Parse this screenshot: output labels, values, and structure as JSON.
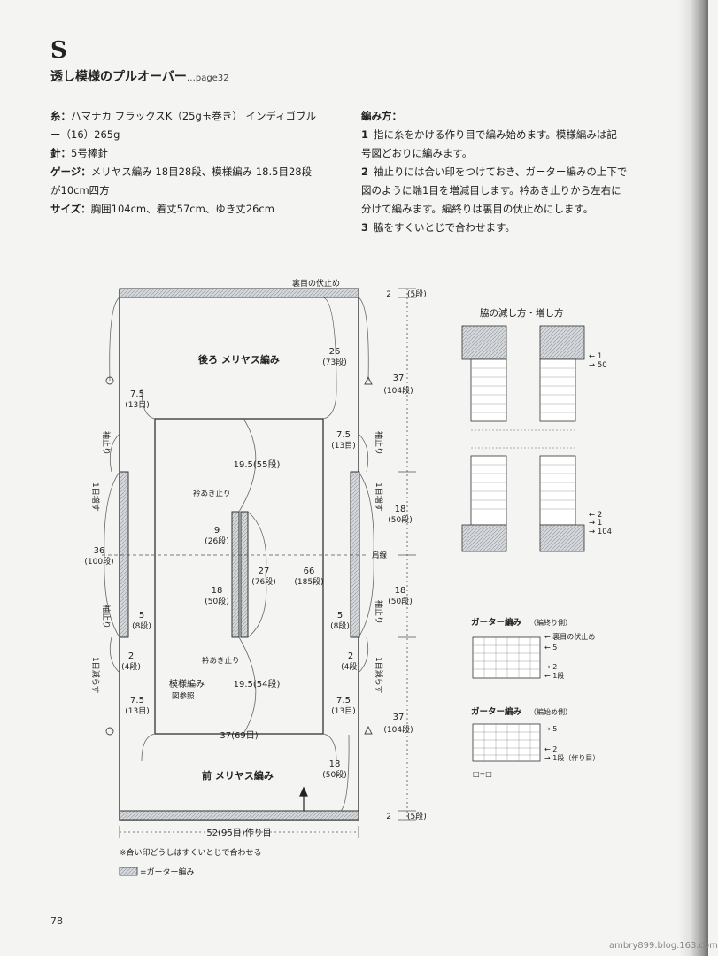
{
  "header": {
    "letter": "S",
    "title": "透し模様のプルオーバー",
    "page_ref": "…page32"
  },
  "materials": {
    "yarn_label": "糸：",
    "yarn_line1": "ハマナカ フラックスK（25g玉巻き） インディゴブル",
    "yarn_line2": "ー（16）265g",
    "needle_label": "針：",
    "needle": "5号棒針",
    "gauge_label": "ゲージ：",
    "gauge_line1": "メリヤス編み 18目28段、模様編み 18.5目28段",
    "gauge_line2": "が10cm四方",
    "size_label": "サイズ：",
    "size": "胸囲104cm、着丈57cm、ゆき丈26cm"
  },
  "instructions": {
    "heading": "編み方：",
    "s1_num": "1",
    "s1_a": "指に糸をかける作り目で編み始めます。模様編みは記",
    "s1_b": "号図どおりに編みます。",
    "s2_num": "2",
    "s2_a": "袖止りには合い印をつけておき、ガーター編みの上下で",
    "s2_b": "図のように端1目を増減目します。衿あき止りから左右に",
    "s2_c": "分けて編みます。編終りは裏目の伏止めにします。",
    "s3_num": "3",
    "s3_a": "脇をすくいとじで合わせます。"
  },
  "diagram": {
    "top_bindoff": "裏目の伏止め",
    "back_label": "後ろ メリヤス編み",
    "front_label": "前 メリヤス編み",
    "pattern_label": "模様編み",
    "pattern_ref": "図参照",
    "neck_top": "衿あき止り",
    "neck_bottom": "衿あき止り",
    "shoulder_line": "肩線",
    "sleeve_stop_1": "袖止り",
    "sleeve_stop_2": "袖止り",
    "sleeve_stop_3": "袖止り",
    "sleeve_stop_4": "袖止り",
    "inc_1": "1目増す",
    "inc_2": "1目増す",
    "dec_1": "1目減らす",
    "dec_2": "1目減らす",
    "m_2_top": "2",
    "m_2_top_rows": "(5段)",
    "m_2_bot": "2",
    "m_2_bot_rows": "(5段)",
    "m_37_top": "37",
    "m_37_top_rows": "(104段)",
    "m_37_bot": "37",
    "m_37_bot_rows": "(104段)",
    "m_18a": "18",
    "m_18a_rows": "(50段)",
    "m_18b": "18",
    "m_18b_rows": "(50段)",
    "m_26": "26",
    "m_26_rows": "(73段)",
    "m_7_5_tl": "7.5",
    "m_7_5_tl_st": "(13目)",
    "m_7_5_tr": "7.5",
    "m_7_5_tr_st": "(13目)",
    "m_7_5_bl": "7.5",
    "m_7_5_bl_st": "(13目)",
    "m_7_5_br": "7.5",
    "m_7_5_br_st": "(13目)",
    "m_19_5_top": "19.5(55段)",
    "m_19_5_bot": "19.5(54段)",
    "m_9": "9",
    "m_9_rows": "(26段)",
    "m_18c": "18",
    "m_18c_rows": "(50段)",
    "m_27": "27",
    "m_27_rows": "(76段)",
    "m_66": "66",
    "m_66_rows": "(185段)",
    "m_36": "36",
    "m_36_rows": "(100段)",
    "m_5_l": "5",
    "m_5_l_rows": "(8段)",
    "m_5_r": "5",
    "m_5_r_rows": "(8段)",
    "m_2_l": "2",
    "m_2_l_rows": "(4段)",
    "m_2_r": "2",
    "m_2_r_rows": "(4段)",
    "m_37_width": "37(69目)",
    "m_18_front": "18",
    "m_18_front_rows": "(50段)",
    "m_bottom_width": "52(95目)作り目",
    "note": "※合い印どうしはすくいとじで合わせる",
    "legend_garter": "=ガーター編み"
  },
  "side_charts": {
    "title": "脇の減し方・増し方",
    "r1": "← 1",
    "r50": "→ 50",
    "r2": "← 2",
    "r1b": "→ 1",
    "r104": "→ 104",
    "garter_end_title": "ガーター編み",
    "garter_end_sub": "（編終り側）",
    "garter_end_bindoff": "← 裏目の伏止め",
    "garter_end_5": "← 5",
    "garter_end_2": "→ 2",
    "garter_end_1": "← 1段",
    "garter_start_title": "ガーター編み",
    "garter_start_sub": "（編始め側）",
    "garter_start_5": "→ 5",
    "garter_start_2": "← 2",
    "garter_start_1": "→ 1段（作り目）",
    "legend_symbol": "□=□"
  },
  "footer": {
    "page_number": "78",
    "url": "ambry899.blog.163.com"
  }
}
